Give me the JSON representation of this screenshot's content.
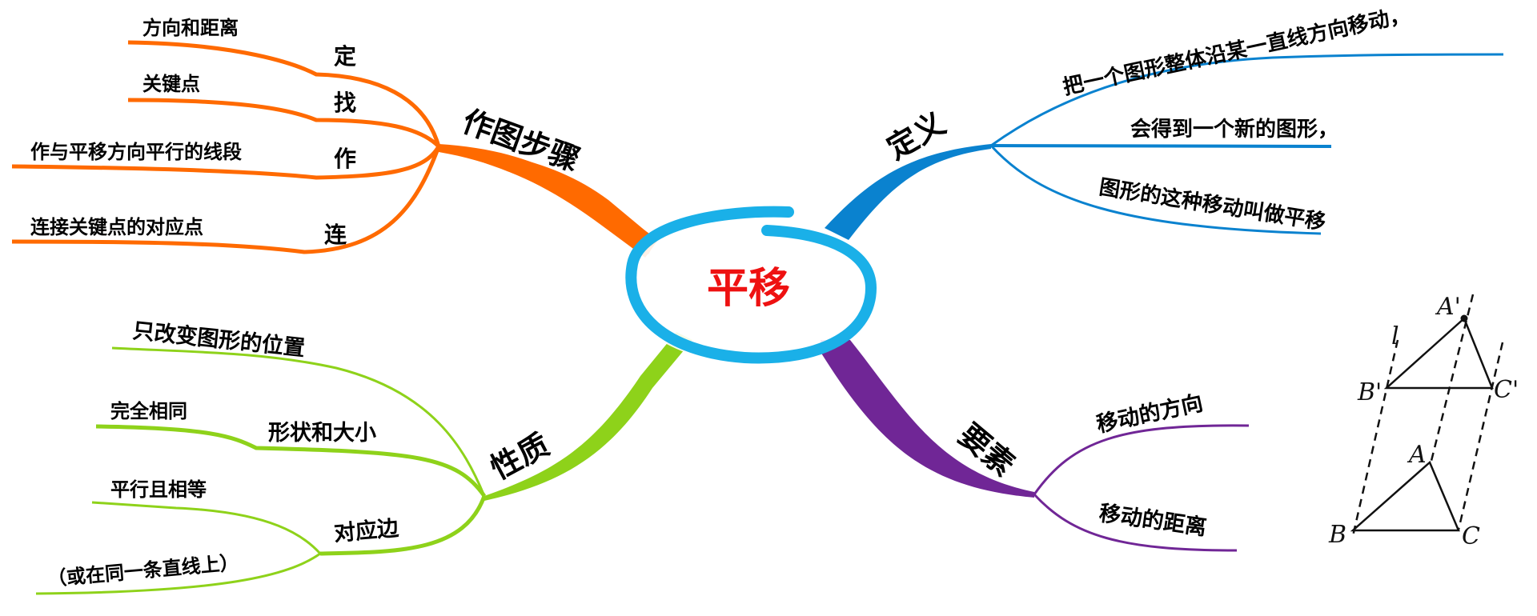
{
  "center": {
    "label": "平移",
    "ring_color": "#1ab0e8",
    "text_color": "#ee1111"
  },
  "branches": {
    "steps": {
      "label": "作图步骤",
      "color": "#ff6a00",
      "children": [
        {
          "label": "定",
          "leaf": "方向和距离"
        },
        {
          "label": "找",
          "leaf": "关键点"
        },
        {
          "label": "作",
          "leaf": "作与平移方向平行的线段"
        },
        {
          "label": "连",
          "leaf": "连接关键点的对应点"
        }
      ]
    },
    "definition": {
      "label": "定义",
      "color": "#0a82cf",
      "children": [
        {
          "leaf": "把一个图形整体沿某一直线方向移动，"
        },
        {
          "leaf": "会得到一个新的图形，"
        },
        {
          "leaf": "图形的这种移动叫做平移"
        }
      ]
    },
    "properties": {
      "label": "性质",
      "color": "#8ed21a",
      "children": [
        {
          "leaf": "只改变图形的位置"
        },
        {
          "label": "形状和大小",
          "leaf": "完全相同"
        },
        {
          "label": "对应边",
          "leaves": [
            "平行且相等",
            "（或在同一条直线上）"
          ]
        }
      ]
    },
    "elements": {
      "label": "要素",
      "color": "#702696",
      "children": [
        {
          "leaf": "移动的方向"
        },
        {
          "leaf": "移动的距离"
        }
      ]
    }
  },
  "figure": {
    "labels": {
      "A_prime": "A'",
      "B_prime": "B'",
      "C_prime": "C'",
      "A": "A",
      "B": "B",
      "C": "C",
      "line": "l"
    }
  }
}
